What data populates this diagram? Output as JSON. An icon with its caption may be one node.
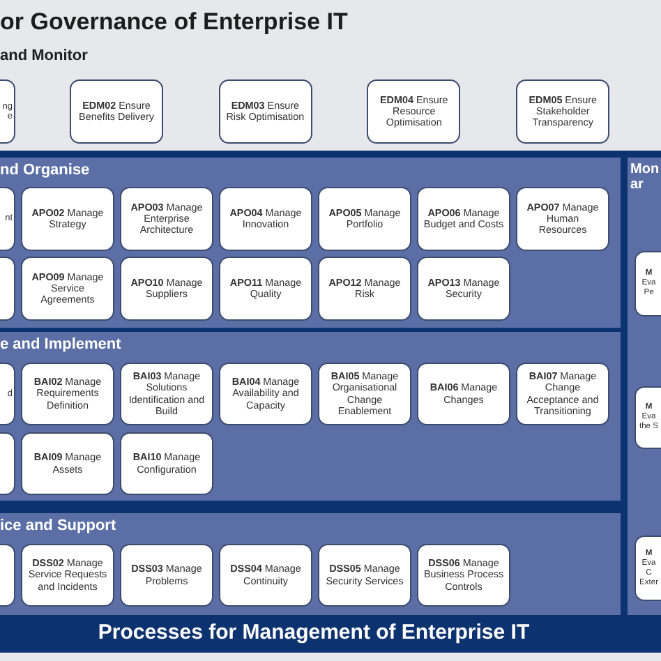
{
  "diagram": {
    "title": "or Governance of Enterprise IT",
    "nodes": [
      {
        "text": [
          "and Monitor"
        ]
      },
      {
        "text": [
          "ng e"
        ],
        "in": 0
      },
      {
        "text": [
          "**EDM02** Ensure Benefits Delivery"
        ],
        "in": 0
      },
      {
        "text": [
          "**EDM03** Ensure Risk Optimisation"
        ],
        "in": 0
      },
      {
        "text": [
          "**EDM04** Ensure Resource Optimisation"
        ],
        "in": 0
      },
      {
        "text": [
          "**EDM05** Ensure Stakeholder Transparency"
        ],
        "in": 0
      },
      {
        "text": [
          "Processes for Management of Enterprise IT"
        ]
      },
      {
        "text": [
          "nd Organise"
        ],
        "in": 6
      },
      {
        "text": [
          "nt"
        ],
        "in": 7
      },
      {
        "text": [
          "**APO02** Manage Strategy"
        ],
        "in": 7
      },
      {
        "text": [
          "**APO03** Manage Enterprise Architecture"
        ],
        "in": 7
      },
      {
        "text": [
          "**APO04** Manage Innovation"
        ],
        "in": 7
      },
      {
        "text": [
          "**APO05** Manage Portfolio"
        ],
        "in": 7
      },
      {
        "text": [
          "**APO06** Manage Budget and Costs"
        ],
        "in": 7
      },
      {
        "text": [
          "**APO07** Manage Human Resources"
        ],
        "in": 7
      },
      {
        "text": [],
        "shape": "box",
        "in": 7
      },
      {
        "text": [
          "**APO09** Manage Service Agreements"
        ],
        "in": 7
      },
      {
        "text": [
          "**APO10** Manage Suppliers"
        ],
        "in": 7
      },
      {
        "text": [
          "**APO11** Manage Quality"
        ],
        "in": 7
      },
      {
        "text": [
          "**APO12** Manage Risk"
        ],
        "in": 7
      },
      {
        "text": [
          "**APO13** Manage Security"
        ],
        "in": 7
      },
      {
        "text": [
          "e and Implement"
        ],
        "in": 6
      },
      {
        "text": [
          "d"
        ],
        "in": 21
      },
      {
        "text": [
          "**BAI02** Manage Requirements Definition"
        ],
        "in": 21
      },
      {
        "text": [
          "**BAI03** Manage Solutions Identification and Build"
        ],
        "in": 21
      },
      {
        "text": [
          "**BAI04** Manage Availability and Capacity"
        ],
        "in": 21
      },
      {
        "text": [
          "**BAI05** Manage Organisational Change Enablement"
        ],
        "in": 21
      },
      {
        "text": [
          "**BAI06** Manage Changes"
        ],
        "in": 21
      },
      {
        "text": [
          "**BAI07** Manage Change Acceptance and Transitioning"
        ],
        "in": 21
      },
      {
        "text": [],
        "shape": "box",
        "in": 21
      },
      {
        "text": [
          "**BAI09** Manage Assets"
        ],
        "in": 21
      },
      {
        "text": [
          "**BAI10** Manage Configuration"
        ],
        "in": 21
      },
      {
        "text": [
          "ice and Support"
        ],
        "in": 6
      },
      {
        "text": [],
        "shape": "box",
        "in": 32
      },
      {
        "text": [
          "**DSS02** Manage Service Requests and Incidents"
        ],
        "in": 32
      },
      {
        "text": [
          "**DSS03** Manage Problems"
        ],
        "in": 32
      },
      {
        "text": [
          "**DSS04** Manage Continuity"
        ],
        "in": 32
      },
      {
        "text": [
          "**DSS05** Manage Security Services"
        ],
        "in": 32
      },
      {
        "text": [
          "**DSS06** Manage Business Process Controls"
        ],
        "in": 32
      },
      {
        "text": [
          "Mon ar"
        ],
        "in": 6
      },
      {
        "text": [
          "**M** Eva Pe"
        ],
        "in": 39
      },
      {
        "text": [
          "**M** Eva the S"
        ],
        "in": 39
      },
      {
        "text": [
          "**M** Eva C Exter"
        ],
        "in": 39
      }
    ]
  }
}
